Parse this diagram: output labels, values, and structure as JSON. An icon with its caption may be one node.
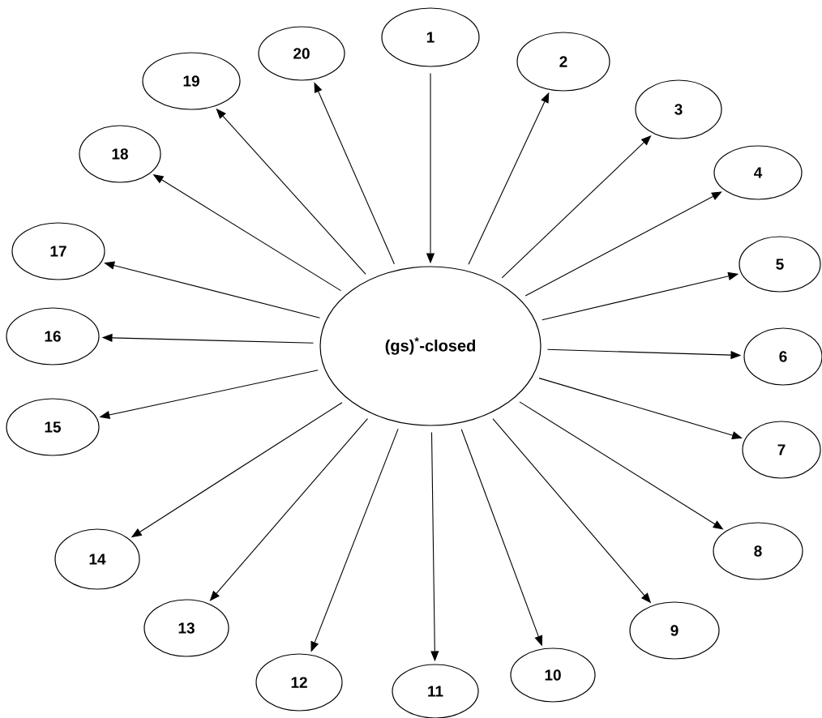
{
  "diagram": {
    "nodes": [
      {
        "text": [
          "(gs)$^{*}$-closed"
        ]
      },
      {
        "text": [
          "1"
        ]
      },
      {
        "text": [
          "2"
        ]
      },
      {
        "text": [
          "3"
        ]
      },
      {
        "text": [
          "4"
        ]
      },
      {
        "text": [
          "5"
        ]
      },
      {
        "text": [
          "6"
        ]
      },
      {
        "text": [
          "7"
        ]
      },
      {
        "text": [
          "8"
        ]
      },
      {
        "text": [
          "9"
        ]
      },
      {
        "text": [
          "10"
        ]
      },
      {
        "text": [
          "11"
        ]
      },
      {
        "text": [
          "12"
        ]
      },
      {
        "text": [
          "13"
        ]
      },
      {
        "text": [
          "14"
        ]
      },
      {
        "text": [
          "15"
        ]
      },
      {
        "text": [
          "16"
        ]
      },
      {
        "text": [
          "17"
        ]
      },
      {
        "text": [
          "18"
        ]
      },
      {
        "text": [
          "19"
        ]
      },
      {
        "text": [
          "20"
        ]
      }
    ],
    "edges": [
      {
        "from": 1,
        "to": 0,
        "arrow": "to"
      },
      {
        "from": 0,
        "to": 2,
        "arrow": "to"
      },
      {
        "from": 0,
        "to": 3,
        "arrow": "to"
      },
      {
        "from": 0,
        "to": 4,
        "arrow": "to"
      },
      {
        "from": 0,
        "to": 5,
        "arrow": "to"
      },
      {
        "from": 0,
        "to": 6,
        "arrow": "to"
      },
      {
        "from": 0,
        "to": 7,
        "arrow": "to"
      },
      {
        "from": 0,
        "to": 8,
        "arrow": "to"
      },
      {
        "from": 0,
        "to": 9,
        "arrow": "to"
      },
      {
        "from": 0,
        "to": 10,
        "arrow": "to"
      },
      {
        "from": 0,
        "to": 11,
        "arrow": "to"
      },
      {
        "from": 0,
        "to": 12,
        "arrow": "to"
      },
      {
        "from": 0,
        "to": 13,
        "arrow": "to"
      },
      {
        "from": 0,
        "to": 14,
        "arrow": "to"
      },
      {
        "from": 0,
        "to": 15,
        "arrow": "to"
      },
      {
        "from": 0,
        "to": 16,
        "arrow": "to"
      },
      {
        "from": 0,
        "to": 17,
        "arrow": "to"
      },
      {
        "from": 0,
        "to": 18,
        "arrow": "to"
      },
      {
        "from": 0,
        "to": 19,
        "arrow": "to"
      },
      {
        "from": 0,
        "to": 20,
        "arrow": "to"
      }
    ]
  }
}
